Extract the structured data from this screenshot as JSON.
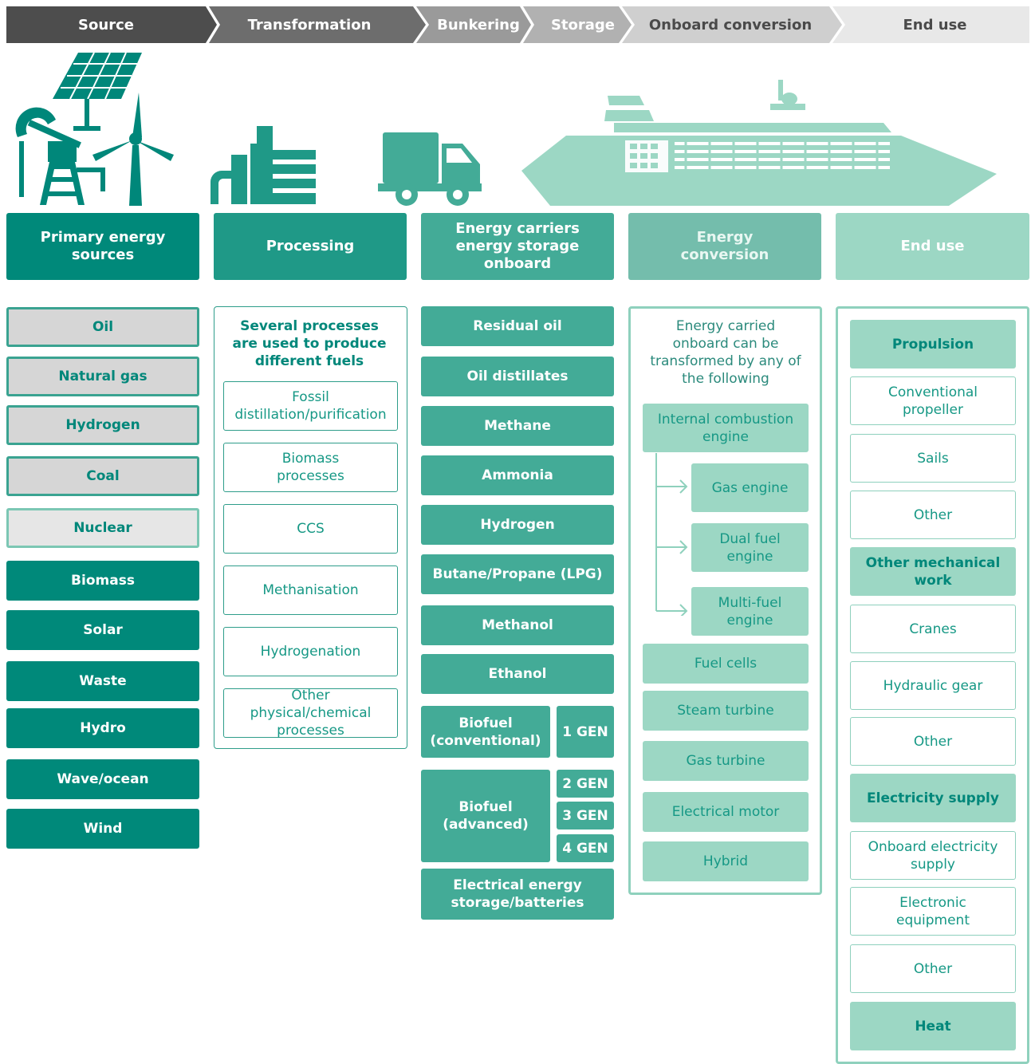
{
  "stages": [
    "Source",
    "Transformation",
    "Bunkering",
    "Storage",
    "Onboard conversion",
    "End use"
  ],
  "columns": {
    "primary": {
      "header": "Primary energy sources",
      "items": [
        "Oil",
        "Natural gas",
        "Hydrogen",
        "Coal",
        "Nuclear",
        "Biomass",
        "Solar",
        "Waste",
        "Hydro",
        "Wave/ocean",
        "Wind"
      ]
    },
    "processing": {
      "header": "Processing",
      "intro": "Several processes are used to produce different fuels",
      "items": [
        "Fossil distillation/purification",
        "Biomass processes",
        "CCS",
        "Methanisation",
        "Hydrogenation",
        "Other physical/chemical processes"
      ]
    },
    "carriers": {
      "header": "Energy carriers energy storage onboard",
      "items": [
        "Residual oil",
        "Oil distillates",
        "Methane",
        "Ammonia",
        "Hydrogen",
        "Butane/Propane (LPG)",
        "Methanol",
        "Ethanol"
      ],
      "biofuel_conventional": "Biofuel (conventional)",
      "gen1": "1 GEN",
      "biofuel_advanced": "Biofuel (advanced)",
      "gen2": "2 GEN",
      "gen3": "3 GEN",
      "gen4": "4 GEN",
      "batteries": "Electrical energy storage/batteries"
    },
    "conversion": {
      "header": "Energy conversion",
      "intro": "Energy carried onboard can be transformed by any of the following",
      "ice": "Internal combustion engine",
      "engines": [
        "Gas engine",
        "Dual fuel engine",
        "Multi-fuel engine"
      ],
      "items": [
        "Fuel cells",
        "Steam turbine",
        "Gas turbine",
        "Electrical motor",
        "Hybrid"
      ]
    },
    "enduse": {
      "header": "End use",
      "propulsion": "Propulsion",
      "propulsion_items": [
        "Conventional propeller",
        "Sails",
        "Other"
      ],
      "mechanical": "Other mechanical work",
      "mechanical_items": [
        "Cranes",
        "Hydraulic gear",
        "Other"
      ],
      "electricity": "Electricity supply",
      "electricity_items": [
        "Onboard electricity supply",
        "Electronic equipment",
        "Other"
      ],
      "heat": "Heat"
    }
  },
  "icons": [
    "solar-panel-icon",
    "oil-pump-icon",
    "wind-turbine-icon",
    "refinery-icon",
    "truck-icon",
    "cruise-ship-icon"
  ]
}
